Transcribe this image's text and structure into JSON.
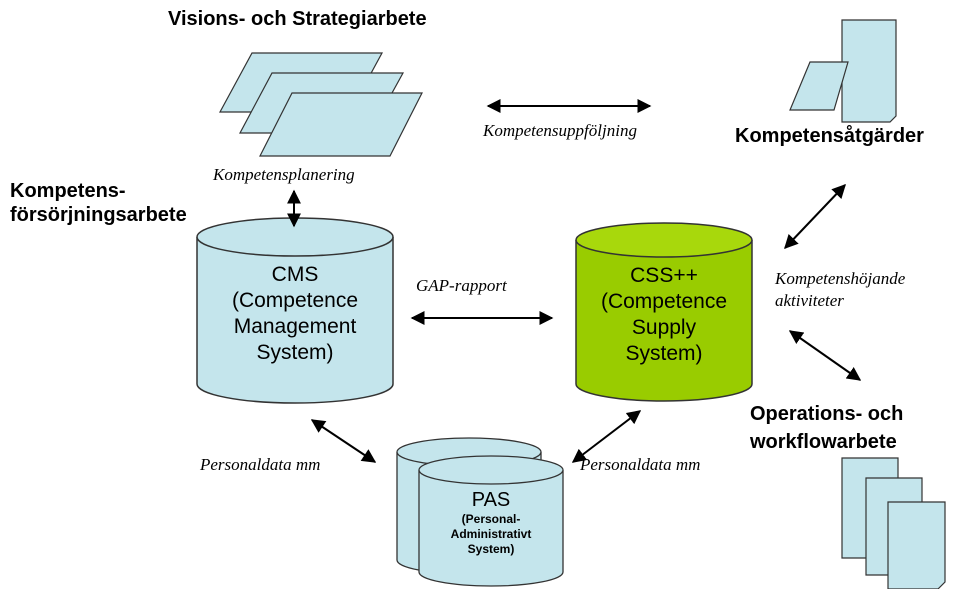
{
  "titles": {
    "visions": "Visions- och Strategiarbete",
    "atgarder": "Kompetensåtgärder",
    "forsorjning_line1": "Kompetens-",
    "forsorjning_line2": "försörjningsarbete",
    "operations_line1": "Operations- och",
    "operations_line2": "workflowarbete"
  },
  "edge_labels": {
    "uppfoljning": "Kompetensuppföljning",
    "planering": "Kompetensplanering",
    "gap": "GAP-rapport",
    "hojande_line1": "Kompetenshöjande",
    "hojande_line2": "aktiviteter",
    "personal_left": "Personaldata mm",
    "personal_right": "Personaldata mm"
  },
  "nodes": {
    "cms": {
      "l1": "CMS",
      "l2": "(Competence",
      "l3": "Management",
      "l4": "System)"
    },
    "css": {
      "l1": "CSS++",
      "l2": "(Competence",
      "l3": "Supply",
      "l4": "System)"
    },
    "pas": {
      "l1": "PAS",
      "l2": "(Personal-",
      "l3": "Administrativt",
      "l4": "System)"
    }
  },
  "colors": {
    "cms_fill": "#c4e5ec",
    "css_fill": "#99cc00",
    "doc_fill": "#c4e5ec",
    "stroke": "#333333"
  }
}
